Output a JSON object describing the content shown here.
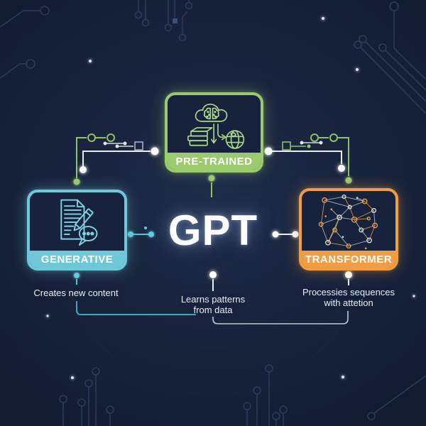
{
  "title": "GPT",
  "cards": [
    {
      "id": "generative",
      "label": "GENERATIVE",
      "description": "Creates new content",
      "color": "#6fc8da",
      "icon": "document-pencil-chat-icon"
    },
    {
      "id": "pre-trained",
      "label": "PRE-TRAINED",
      "description": "Learns patterns\nfrom data",
      "color": "#9bc96d",
      "icon": "cloud-brain-books-globe-icon"
    },
    {
      "id": "transformer",
      "label": "TRANSFORMER",
      "description": "Processies sequences\nwith attetion",
      "color": "#f09d44",
      "icon": "neural-network-icon"
    }
  ],
  "colors": {
    "background": "#18233c",
    "generative": "#6fc8da",
    "pretrained": "#9bc96d",
    "transformer": "#f09d44",
    "circuitwhite": "#e9eef5",
    "circuitteal": "#4fc0d4",
    "circuitgreen": "#8fc266",
    "trace": "#2f4161"
  }
}
